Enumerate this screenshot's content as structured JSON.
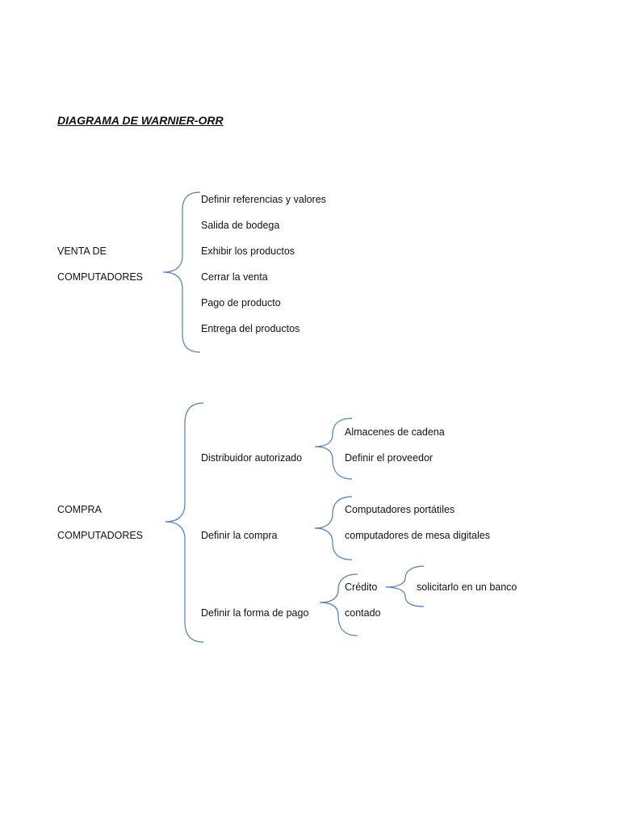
{
  "title": "DIAGRAMA DE WARNIER-ORR",
  "sections": [
    {
      "root": [
        "VENTA DE",
        "COMPUTADORES"
      ],
      "children": [
        {
          "label": "Definir referencias y valores"
        },
        {
          "label": "Salida de bodega"
        },
        {
          "label": "Exhibir los productos"
        },
        {
          "label": "Cerrar la venta"
        },
        {
          "label": "Pago de producto"
        },
        {
          "label": "Entrega del productos"
        }
      ]
    },
    {
      "root": [
        "COMPRA",
        "COMPUTADORES"
      ],
      "children": [
        {
          "label": "Distribuidor autorizado",
          "children": [
            {
              "label": "Almacenes de cadena"
            },
            {
              "label": "Definir el proveedor"
            }
          ]
        },
        {
          "label": "Definir la compra",
          "children": [
            {
              "label": "Computadores portátiles"
            },
            {
              "label": "computadores de mesa digitales"
            }
          ]
        },
        {
          "label": "Definir la forma de pago",
          "children": [
            {
              "label": "Crédito",
              "children": [
                {
                  "label": "solicitarlo en un banco"
                }
              ]
            },
            {
              "label": "contado"
            }
          ]
        }
      ]
    }
  ],
  "colors": {
    "bracket": "#4f7fb8",
    "text": "#111111"
  }
}
